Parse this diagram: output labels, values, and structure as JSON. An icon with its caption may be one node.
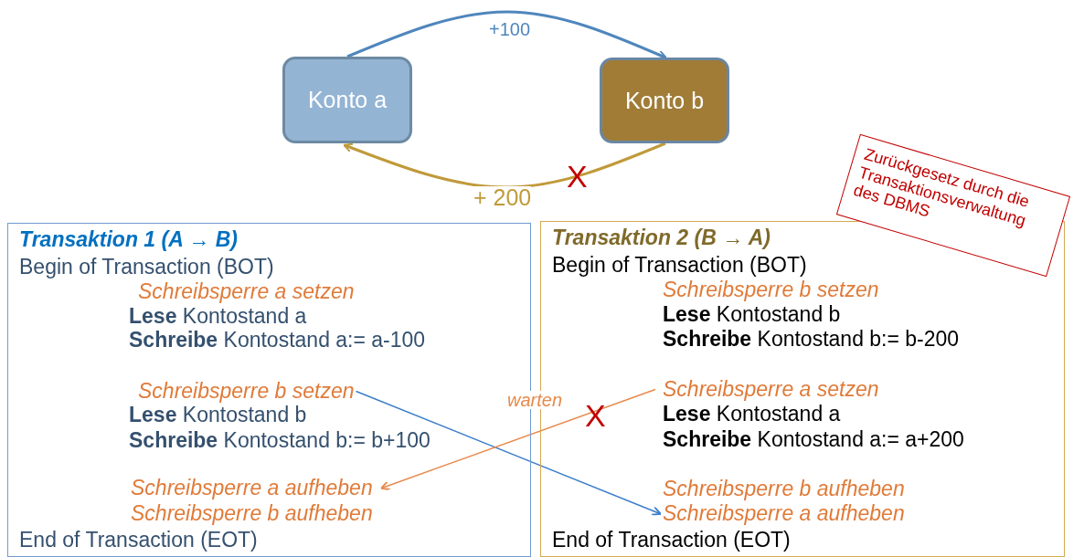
{
  "diagram": {
    "nodes": [
      {
        "text": [
          "Konto a"
        ]
      },
      {
        "text": [
          "Konto b"
        ]
      },
      {
        "text": [
          "Transaktion 1 (A → B)"
        ]
      },
      {
        "text": [
          "Begin of Transaction (BOT)"
        ],
        "in": 2
      },
      {
        "text": [
          "Schreibsperre a setzen"
        ],
        "in": 2
      },
      {
        "text": [
          "**Lese** Kontostand a"
        ],
        "in": 2
      },
      {
        "text": [
          "**Schreibe** Kontostand a:= a-100"
        ],
        "in": 2
      },
      {
        "text": [
          "Schreibsperre b setzen"
        ],
        "in": 2
      },
      {
        "text": [
          "**Lese** Kontostand b"
        ],
        "in": 2
      },
      {
        "text": [
          "**Schreibe** Kontostand b:= b+100"
        ],
        "in": 2
      },
      {
        "text": [
          "Schreibsperre a aufheben"
        ],
        "in": 2
      },
      {
        "text": [
          "Schreibsperre b aufheben"
        ],
        "in": 2
      },
      {
        "text": [
          "End of Transaction (EOT)"
        ],
        "in": 2
      },
      {
        "text": [
          "Transaktion 2 (B → A)"
        ]
      },
      {
        "text": [
          "Begin of Transaction (BOT)"
        ],
        "in": 13
      },
      {
        "text": [
          "Schreibsperre b setzen"
        ],
        "in": 13
      },
      {
        "text": [
          "**Lese** Kontostand b"
        ],
        "in": 13
      },
      {
        "text": [
          "**Schreibe** Kontostand b:= b-200"
        ],
        "in": 13
      },
      {
        "text": [
          "Schreibsperre a setzen"
        ],
        "in": 13
      },
      {
        "text": [
          "**Lese** Kontostand a"
        ],
        "in": 13
      },
      {
        "text": [
          "**Schreibe** Kontostand a:= a+200"
        ],
        "in": 13
      },
      {
        "text": [
          "Schreibsperre b aufheben"
        ],
        "in": 13
      },
      {
        "text": [
          "Schreibsperre a aufheben"
        ],
        "in": 13
      },
      {
        "text": [
          "End of Transaction (EOT)"
        ],
        "in": 13
      },
      {
        "text": [
          "Zurückgesetz durch die Transaktionsverwaltung des DBMS"
        ]
      }
    ],
    "edges": [
      {
        "from": 0,
        "to": 1,
        "arrow": "to",
        "label": "+100",
        "color": "#4f86bd"
      },
      {
        "from": 1,
        "to": 0,
        "arrow": "to",
        "label": "+ 200",
        "color": "#c09a3a"
      },
      {
        "from": 7,
        "to": 22,
        "arrow": "to",
        "color": "#3a7dc9"
      },
      {
        "from": 18,
        "to": 10,
        "arrow": "to",
        "label": "warten",
        "color": "#e8894b"
      }
    ],
    "labels": [
      "X",
      "X"
    ]
  }
}
